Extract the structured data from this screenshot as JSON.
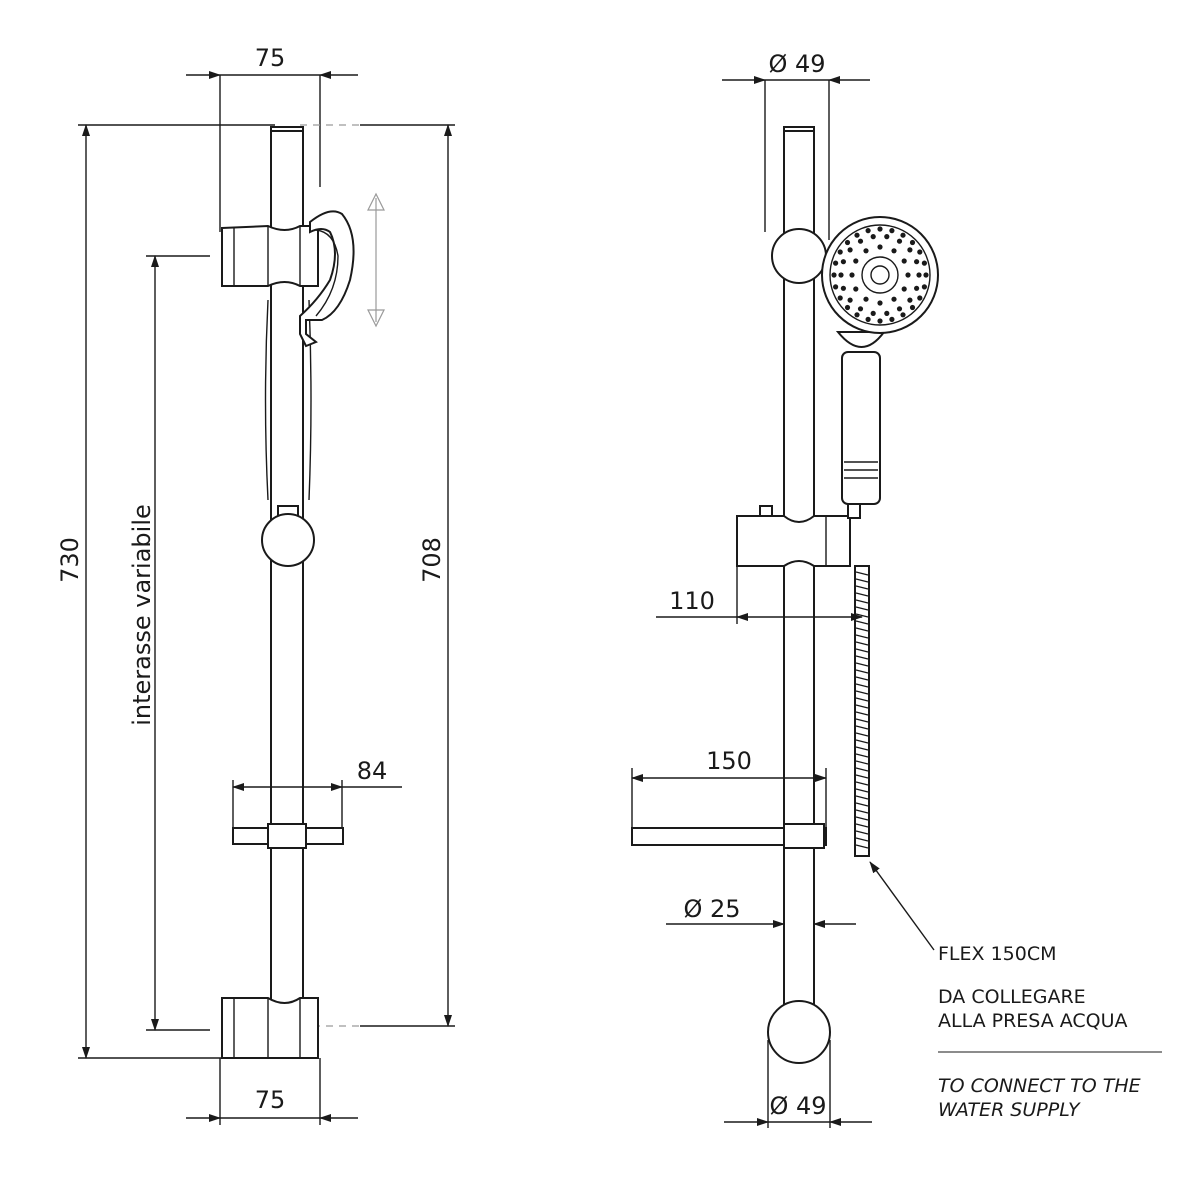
{
  "front_view": {
    "width_top": "75",
    "width_bottom": "75",
    "total_height": "730",
    "rail_height": "708",
    "soap_dish_width": "84",
    "interaxis_label": "interasse variabile"
  },
  "side_view": {
    "diameter_top": "Ø 49",
    "diameter_bottom": "Ø 49",
    "diameter_rail": "Ø 25",
    "slider_depth": "110",
    "soap_dish_depth": "150"
  },
  "notes": {
    "flex": "FLEX 150CM",
    "connect_it_line1": "DA COLLEGARE",
    "connect_it_line2": "ALLA PRESA ACQUA",
    "connect_en_line1": "TO CONNECT TO THE",
    "connect_en_line2": "WATER SUPPLY"
  }
}
